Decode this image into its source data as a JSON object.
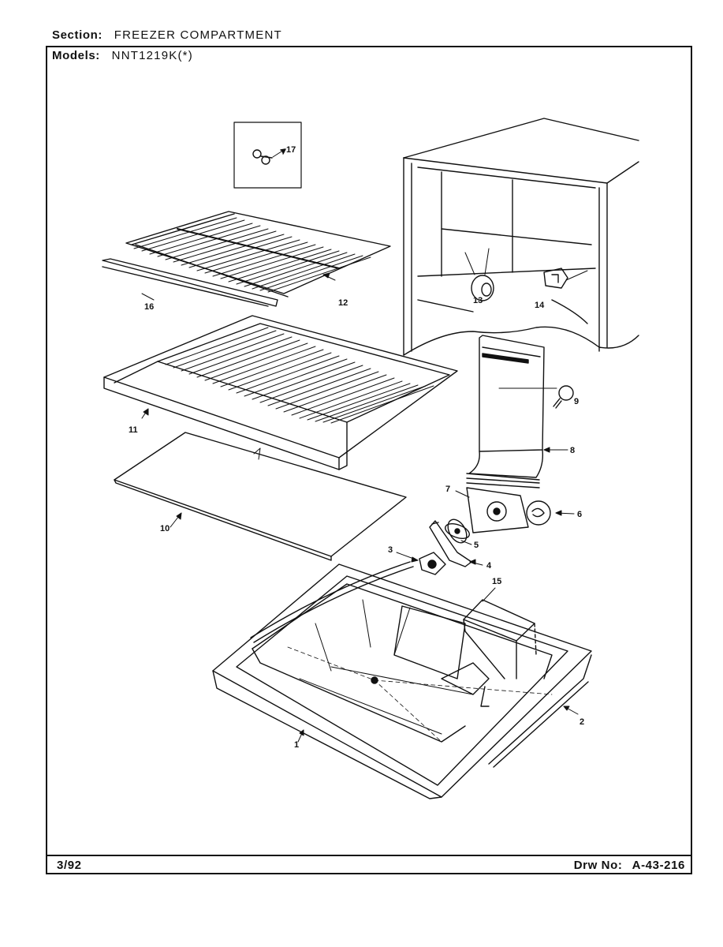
{
  "header": {
    "section_label": "Section:",
    "section_value": "FREEZER COMPARTMENT",
    "models_label": "Models:",
    "models_value": "NNT1219K(*)"
  },
  "footer": {
    "date": "3/92",
    "drawing_label": "Drw No:",
    "drawing_number": "A-43-216"
  },
  "callouts": [
    "1",
    "2",
    "3",
    "4",
    "5",
    "6",
    "7",
    "8",
    "9",
    "10",
    "11",
    "12",
    "13",
    "14",
    "15",
    "16",
    "17"
  ]
}
